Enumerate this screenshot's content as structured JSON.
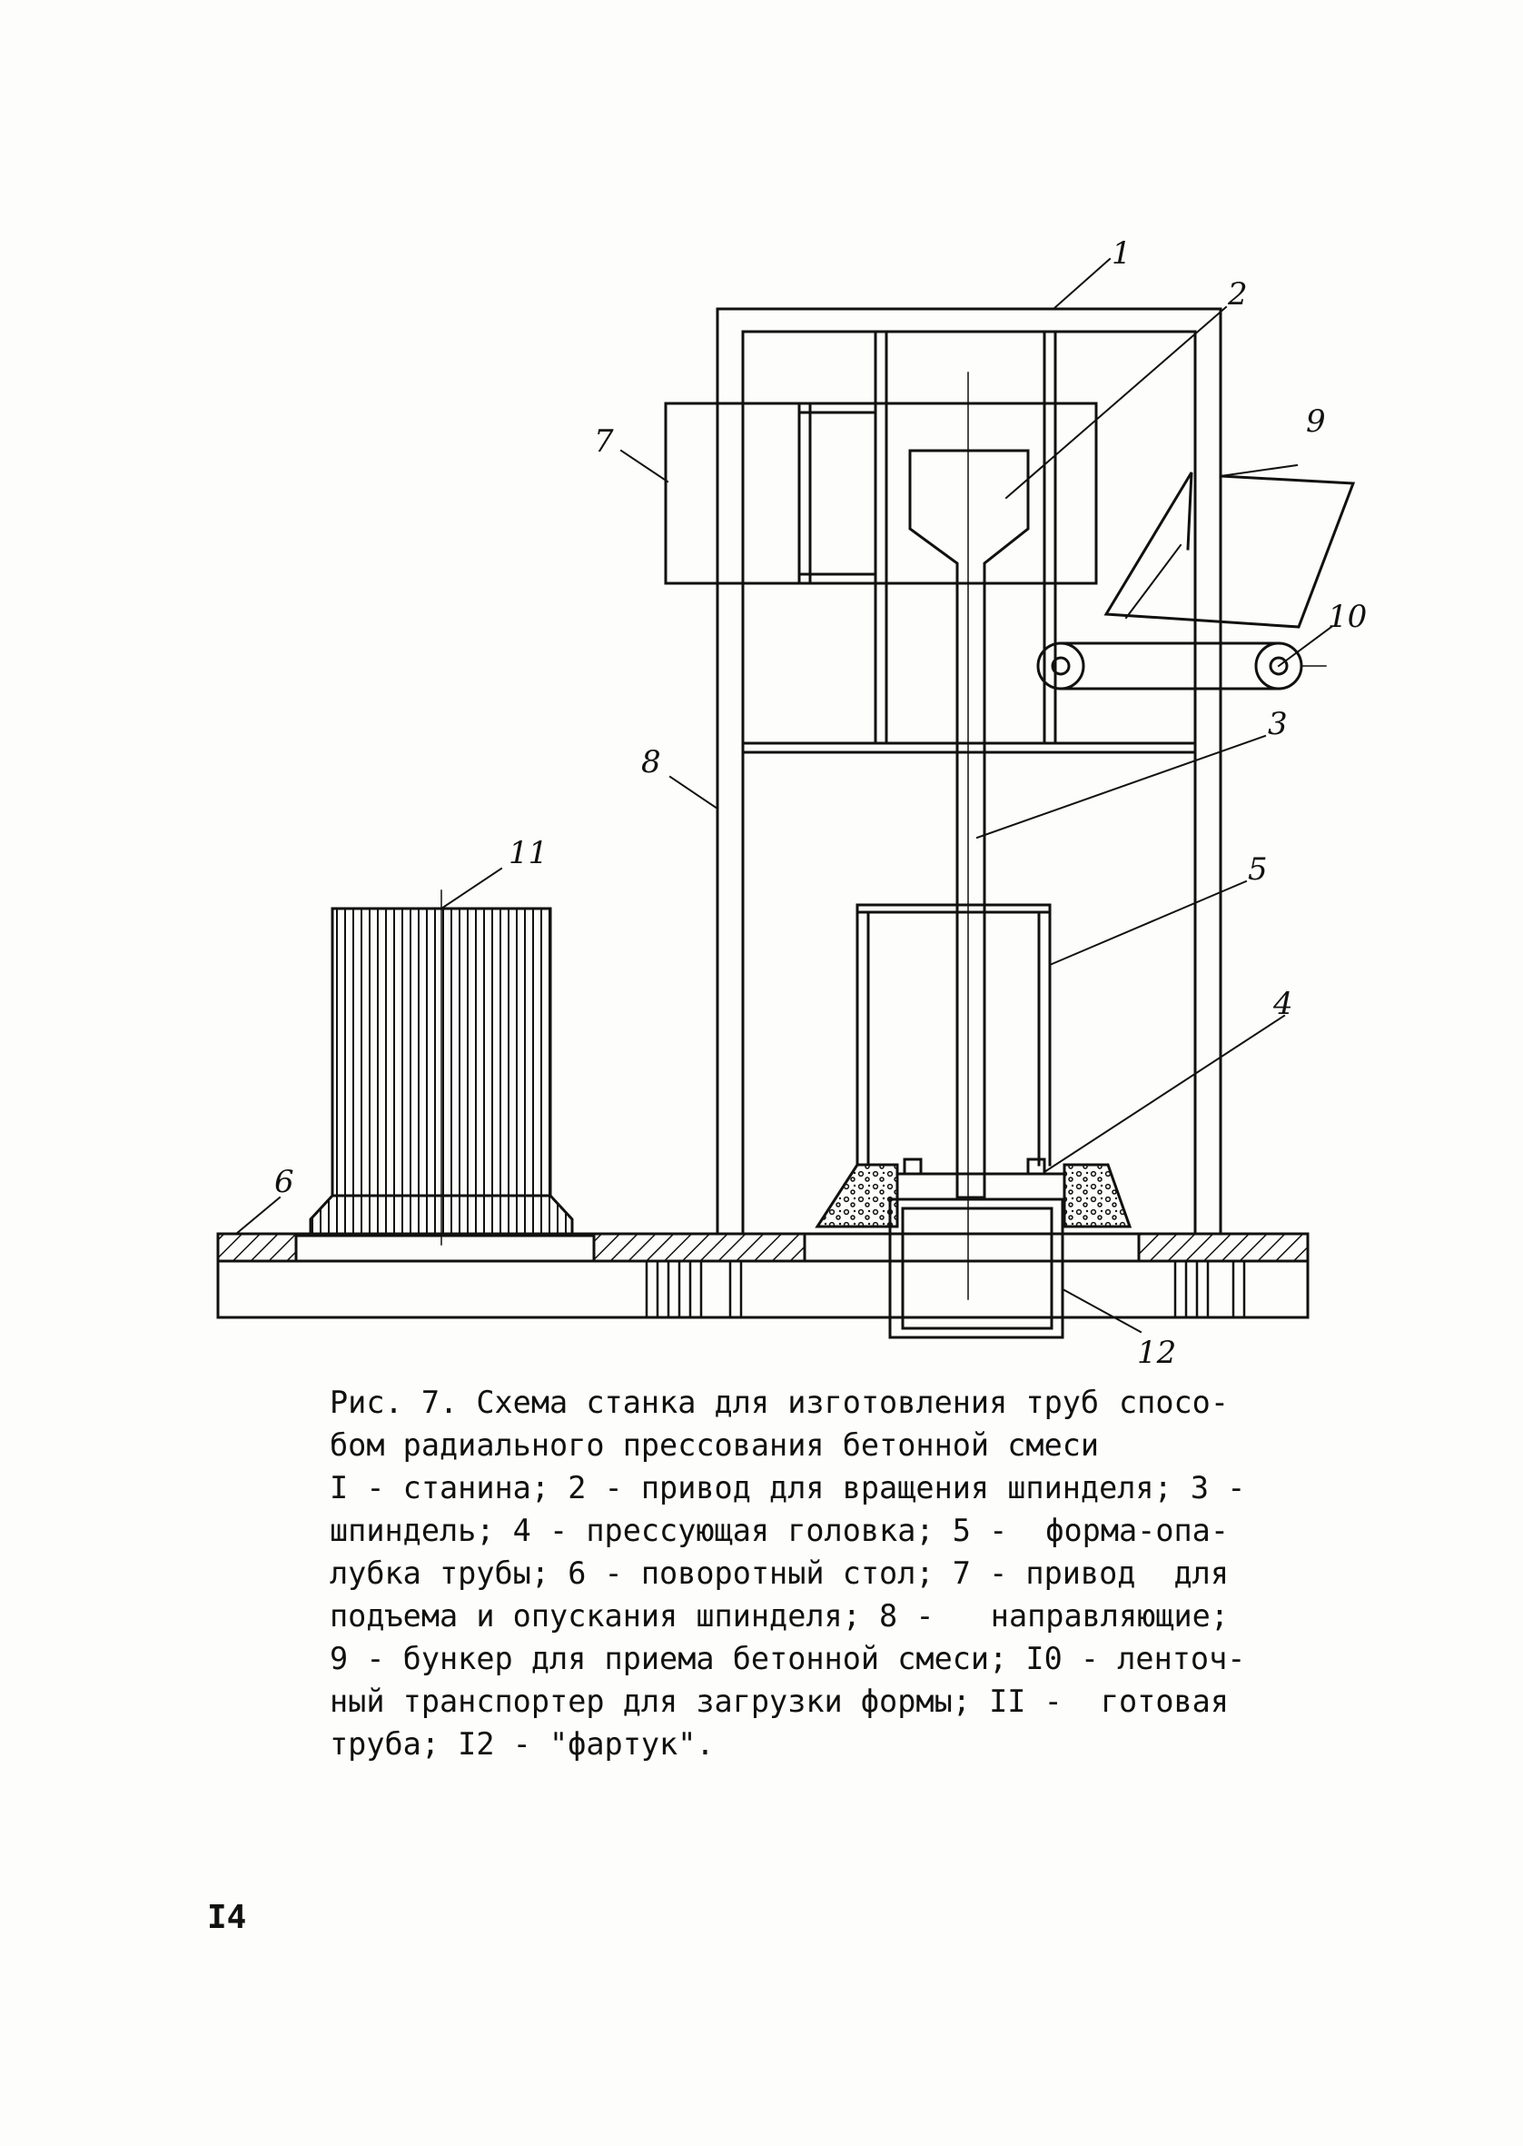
{
  "figure": {
    "callouts": [
      "1",
      "2",
      "3",
      "4",
      "5",
      "6",
      "7",
      "8",
      "9",
      "10",
      "11",
      "12"
    ]
  },
  "caption": {
    "title_line1_left": "Рис. 7. Схема станка для изготовления труб",
    "title_line1_right": "спосо-",
    "title_line2": "бом радиального прессования бетонной смеси",
    "legend_lines": [
      [
        "I - станина; 2 - привод для вращения шпинделя; 3 -"
      ],
      [
        "шпиндель; 4 - прессующая головка; 5 -",
        "форма-опа-"
      ],
      [
        "лубка трубы; 6 - поворотный стол; 7 - привод",
        "для"
      ],
      [
        "подъема и опускания шпинделя; 8 -",
        "направляющие;"
      ],
      [
        "9 - бункер для приема бетонной смеси; I0 - ленточ-"
      ],
      [
        "ный транспортер для загрузки формы; II -",
        "готовая"
      ],
      [
        "труба; I2 - \"фартук\"."
      ]
    ]
  },
  "page_number": "I4"
}
